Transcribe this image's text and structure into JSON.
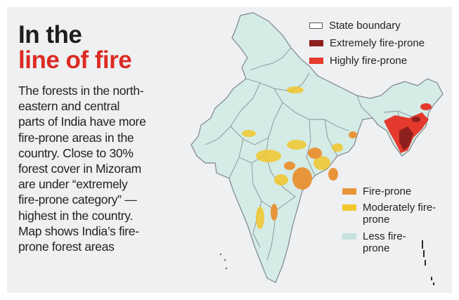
{
  "title": {
    "line1": "In the",
    "line2": "line of fire"
  },
  "description": "The forests in the north-\neastern and central\nparts of India have more\nfire-prone areas in the\ncountry. Close to 30%\nforest cover in Mizoram\nare under “extremely\nfire-prone category” —\nhighest in the country.\nMap shows India’s fire-\nprone forest areas",
  "legend": {
    "state_boundary": {
      "label": "State boundary",
      "color": "#ffffff"
    },
    "extremely": {
      "label": "Extremely fire-prone",
      "color": "#8e1f1f"
    },
    "highly": {
      "label": "Highly fire-prone",
      "color": "#e5392d"
    },
    "fire_prone": {
      "label": "Fire-prone",
      "color": "#e8953a"
    },
    "moderately": {
      "label": "Moderately fire-\nprone",
      "color": "#f2c72c"
    },
    "less": {
      "label": "Less fire-\nprone",
      "color": "#c6e3df"
    }
  },
  "colors": {
    "land": "#d4ebe6",
    "state_border": "#8a8f94",
    "title_accent": "#dc2b22"
  }
}
